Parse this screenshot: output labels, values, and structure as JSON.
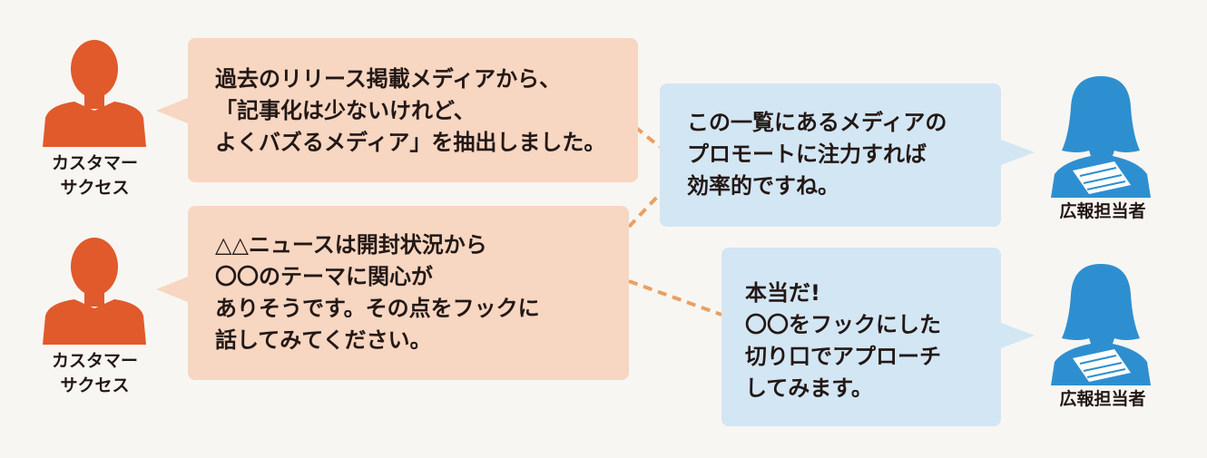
{
  "colors": {
    "background": "#f8f6f2",
    "customer_bubble": "#f7d6c2",
    "customer_figure": "#e05a2b",
    "pr_bubble": "#d3e6f4",
    "pr_figure": "#2e8fd0",
    "connector": "#e8a063"
  },
  "people": {
    "cs_top": {
      "label": "カスタマー\nサクセス",
      "icon": "person-silhouette-icon"
    },
    "cs_bottom": {
      "label": "カスタマー\nサクセス",
      "icon": "person-silhouette-icon"
    },
    "pr_top": {
      "label": "広報担当者",
      "icon": "woman-silhouette-icon"
    },
    "pr_bottom": {
      "label": "広報担当者",
      "icon": "woman-silhouette-icon"
    }
  },
  "messages": {
    "cs_1": "過去のリリース掲載メディアから、\n「記事化は少ないけれど、\nよくバズるメディア」を抽出しました。",
    "cs_2": "△△ニュースは開封状況から\n〇〇のテーマに関心が\nありそうです。その点をフックに\n話してみてください。",
    "pr_1": "この一覧にあるメディアの\nプロモートに注力すれば\n効率的ですね。",
    "pr_2": "本当だ!\n〇〇をフックにした\n切り口でアプローチ\nしてみます。"
  }
}
